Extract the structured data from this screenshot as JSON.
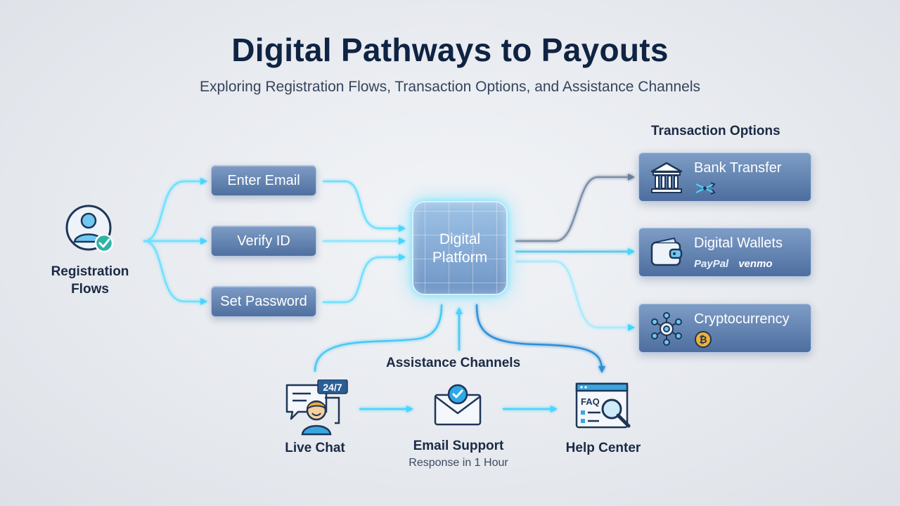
{
  "header": {
    "title": "Digital Pathways to Payouts",
    "subtitle": "Exploring Registration Flows, Transaction Options, and Assistance Channels"
  },
  "registration": {
    "label": "Registration Flows",
    "steps": [
      {
        "label": "Enter Email"
      },
      {
        "label": "Verify ID"
      },
      {
        "label": "Set Password"
      }
    ]
  },
  "hub": {
    "label": "Digital Platform"
  },
  "transactions": {
    "heading": "Transaction Options",
    "options": [
      {
        "label": "Bank Transfer",
        "icon": "bank-icon",
        "badge": "transfer-arrows-icon"
      },
      {
        "label": "Digital Wallets",
        "icon": "wallet-icon",
        "brands": [
          "PayPal",
          "venmo"
        ]
      },
      {
        "label": "Cryptocurrency",
        "icon": "crypto-network-icon",
        "badge": "bitcoin-icon"
      }
    ]
  },
  "assistance": {
    "heading": "Assistance Channels",
    "channels": [
      {
        "label": "Live Chat",
        "icon": "live-chat-agent-icon",
        "badge": "24/7"
      },
      {
        "label": "Email Support",
        "icon": "email-check-icon",
        "note": "Response in 1 Hour"
      },
      {
        "label": "Help Center",
        "icon": "faq-search-icon",
        "icon_text": "FAQ"
      }
    ]
  },
  "colors": {
    "accent_glow": "#4fd8ff",
    "node_fill": "#5b7cad",
    "title": "#0f2343",
    "connector_gray": "#7d8fa8"
  }
}
